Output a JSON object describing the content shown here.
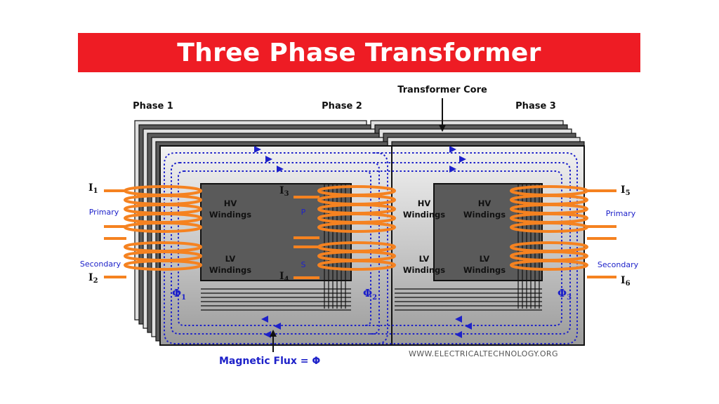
{
  "title": "Three Phase Transformer",
  "labels": {
    "core": "Transformer Core",
    "phase1": "Phase 1",
    "phase2": "Phase 2",
    "phase3": "Phase 3",
    "magnetic_flux": "Magnetic Flux = Φ",
    "watermark": "WWW.ELECTRICALTECHNOLOGY.ORG"
  },
  "windings": {
    "hv": [
      "HV",
      "Windings"
    ],
    "lv": [
      "LV",
      "Windings"
    ],
    "primary": "Primary",
    "secondary": "Secondary",
    "p": "P",
    "s": "S"
  },
  "currents": {
    "i1": {
      "symbol": "I",
      "sub": "1"
    },
    "i2": {
      "symbol": "I",
      "sub": "2"
    },
    "i3": {
      "symbol": "I",
      "sub": "3"
    },
    "i4": {
      "symbol": "I",
      "sub": "4"
    },
    "i5": {
      "symbol": "I",
      "sub": "5"
    },
    "i6": {
      "symbol": "I",
      "sub": "6"
    }
  },
  "fluxes": {
    "phi1": {
      "symbol": "Φ",
      "sub": "1"
    },
    "phi2": {
      "symbol": "Φ",
      "sub": "2"
    },
    "phi3": {
      "symbol": "Φ",
      "sub": "3"
    }
  },
  "colors": {
    "banner": "#ee1c24",
    "coil": "#f58220",
    "flux": "#1d21c9",
    "core": "#c8c8c8"
  }
}
